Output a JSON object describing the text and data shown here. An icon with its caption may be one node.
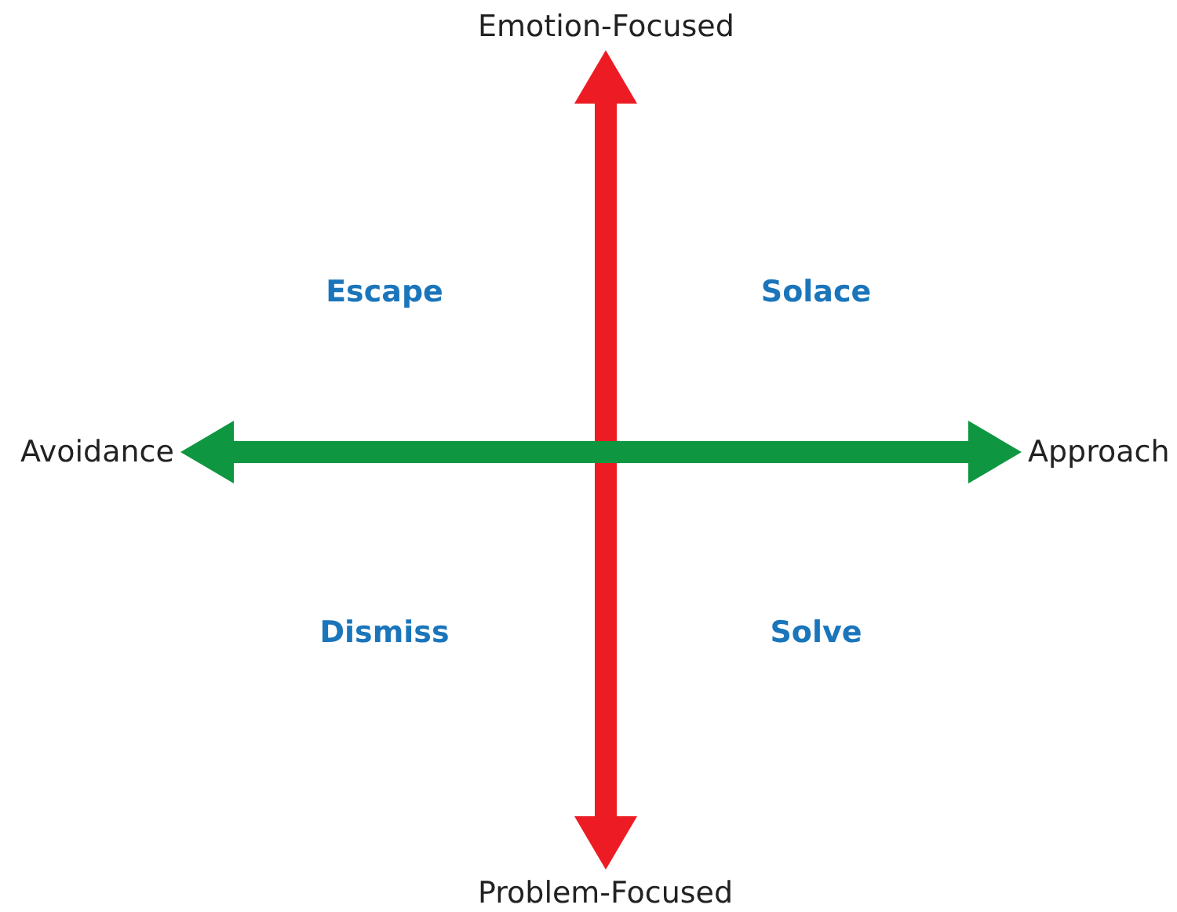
{
  "diagram": {
    "nodes": [
      {
        "text": [
          "Emotion-Focused"
        ]
      },
      {
        "text": [
          "Avoidance"
        ]
      },
      {
        "text": [
          "Approach"
        ]
      },
      {
        "text": [
          "Problem-Focused"
        ]
      }
    ],
    "edges": [
      {
        "from": 0,
        "to": 3,
        "arrow": "both",
        "color": "#ed1c24"
      },
      {
        "from": 1,
        "to": 2,
        "arrow": "both",
        "color": "#0e9640"
      }
    ],
    "labels": [
      "Escape",
      "Solace",
      "Dismiss",
      "Solve"
    ]
  }
}
